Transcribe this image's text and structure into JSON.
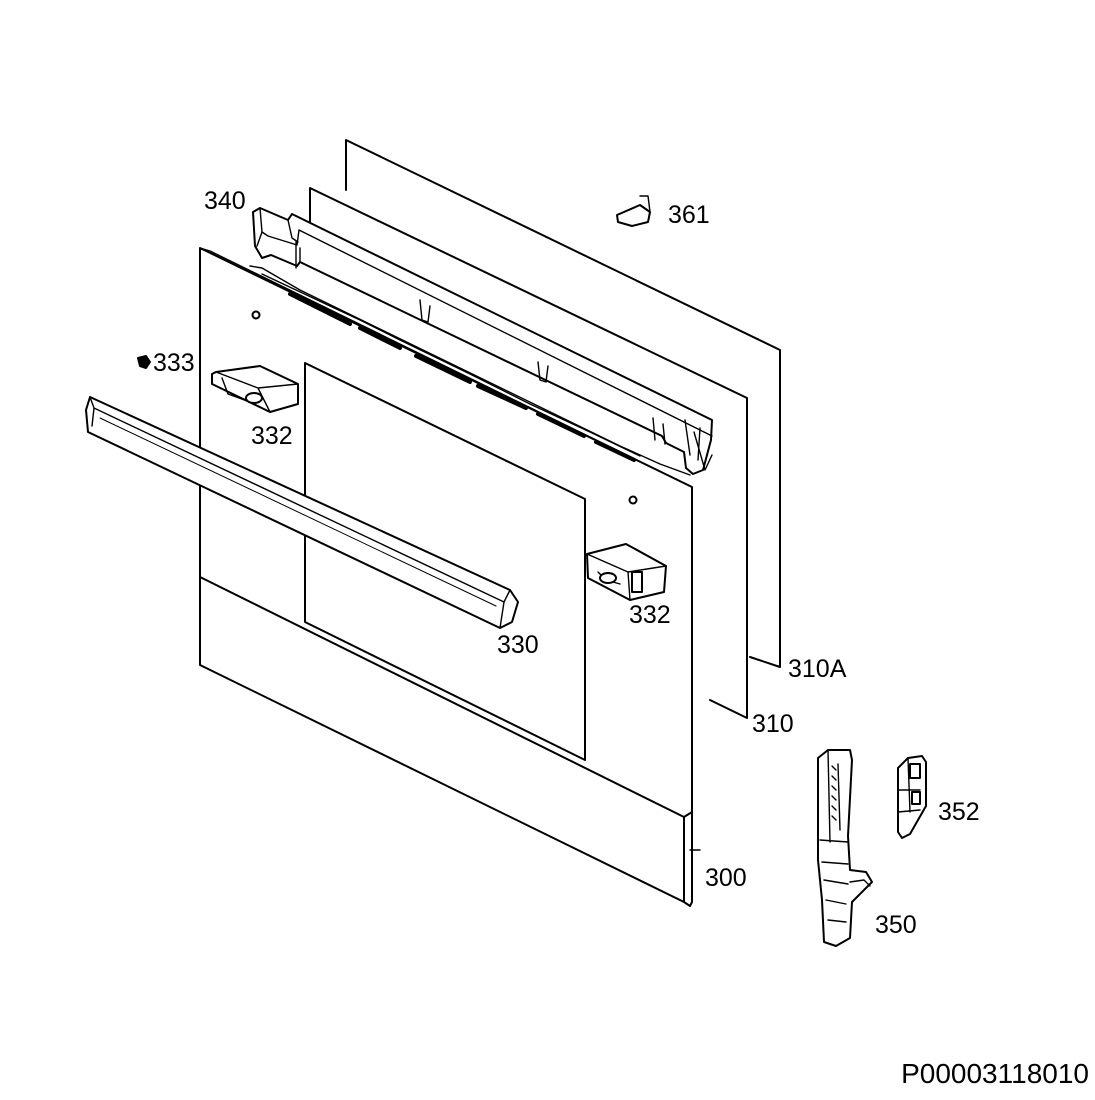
{
  "callouts": {
    "glass_outer": "310A",
    "glass_inner": "310",
    "top_profile": "340",
    "spring_clip": "361",
    "screw": "333",
    "bracket_left": "332",
    "bracket_right": "332",
    "handle": "330",
    "door_panel": "300",
    "hinge": "350",
    "hinge_receiver": "352"
  },
  "drawing_code": "P00003118010",
  "colors": {
    "line": "#000000",
    "background": "#ffffff"
  }
}
